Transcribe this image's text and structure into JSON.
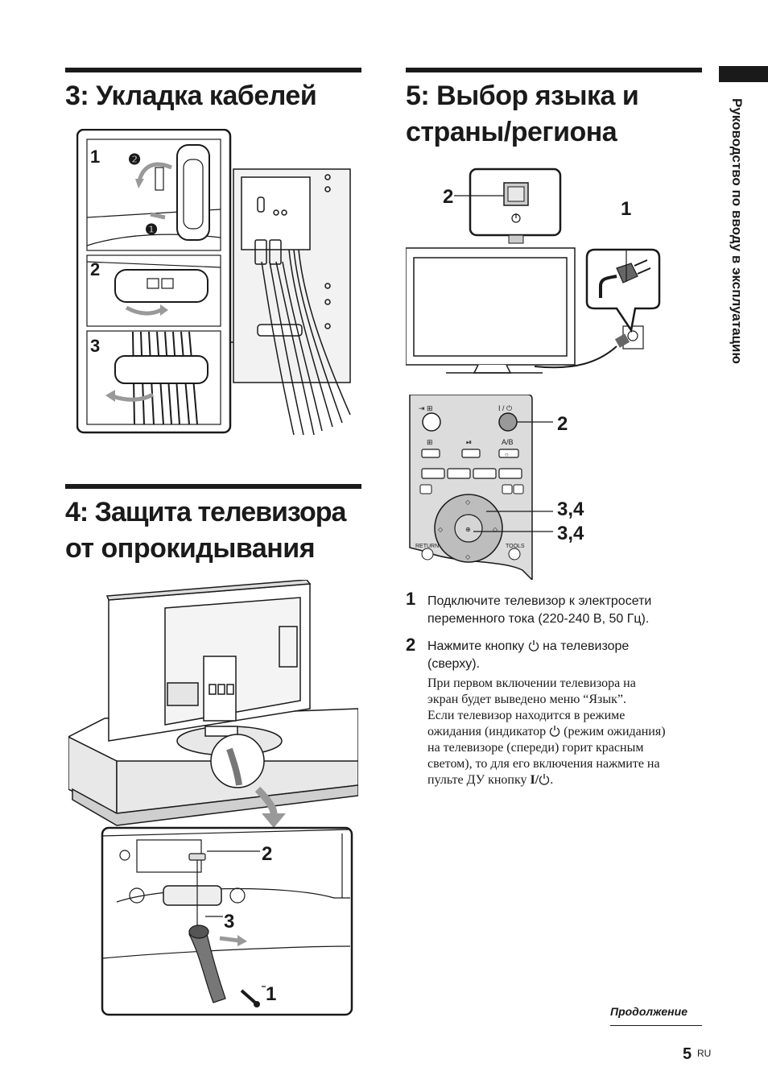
{
  "sections": {
    "s3_title": "3: Укладка кабелей",
    "s5_title_line1": "5: Выбор языка и",
    "s5_title_line2": "страны/региона",
    "s4_title_line1": "4: Защита телевизора",
    "s4_title_line2": "от опрокидывания"
  },
  "sidebar_label": "Руководство по вводу в эксплуатацию",
  "figure_cables": {
    "panel_labels": [
      "1",
      "2",
      "3"
    ],
    "badges": [
      "❷",
      "❶"
    ]
  },
  "figure_tip": {
    "callouts": [
      "2",
      "3",
      "1"
    ]
  },
  "figure_tv_connect": {
    "callouts": [
      "2",
      "1"
    ]
  },
  "figure_remote": {
    "button_labels": {
      "input": "⇥ ⊞",
      "power": "I / ⏻",
      "wide": "⊞",
      "pause": "⏯",
      "ab": "A/B",
      "ab_dot": "○",
      "return": "RETURN",
      "tools": "TOOLS"
    },
    "callouts": [
      "2",
      "3,4",
      "3,4"
    ]
  },
  "steps": [
    {
      "number": "1",
      "text_line1": "Подключите телевизор к электросети",
      "text_line2": "переменного тока (220-240 В, 50 Гц)."
    },
    {
      "number": "2",
      "text_before_icon": "Нажмите кнопку",
      "text_after_icon": "на телевизоре",
      "text_line2": "(сверху).",
      "note": [
        "При первом включении телевизора на",
        "экран будет выведено меню “Язык”.",
        "Если телевизор находится в режиме",
        "ожидания (индикатор",
        "(режим ожидания)",
        "на телевизоре (спереди) горит красным",
        "светом), то для его включения нажмите на",
        "пульте ДУ кнопку",
        "."
      ],
      "note_key": "I/"
    }
  ],
  "footer": {
    "continued": "Продолжение",
    "page_number": "5",
    "page_locale": "RU"
  }
}
